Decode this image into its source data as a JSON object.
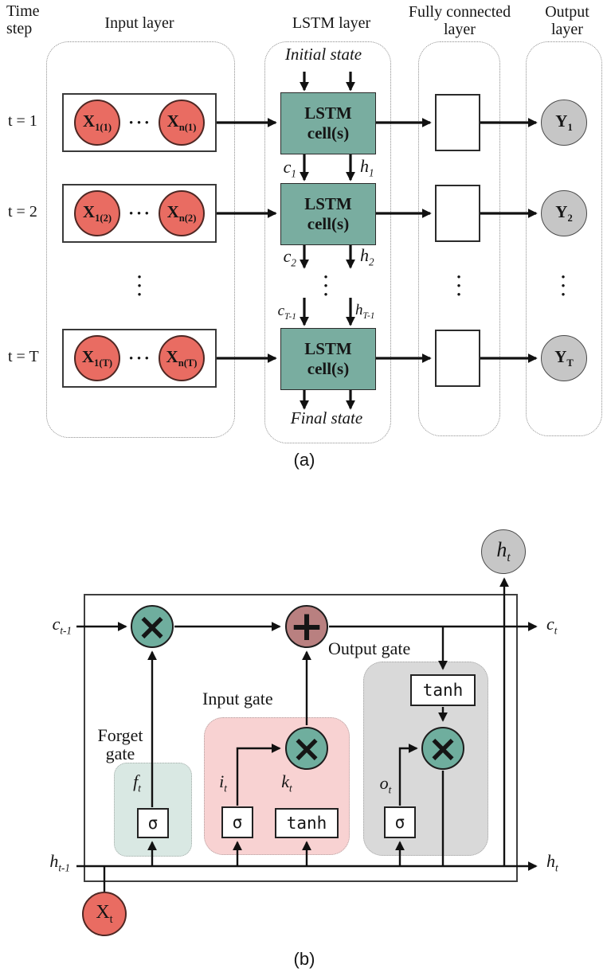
{
  "colors": {
    "teal_box": "#79ada0",
    "teal_circle": "#6fae9e",
    "red_node": "#e96c62",
    "add_circle": "#b98080",
    "gray_node": "#c6c6c6",
    "forget_gate_bg": "#d9e8e3",
    "input_gate_bg": "#f8d2d2",
    "output_gate_bg": "#d9d9d9"
  },
  "figure_a": {
    "headers": {
      "time_step": "Time\nstep",
      "input_layer": "Input layer",
      "lstm_layer": "LSTM layer",
      "fully_connected": "Fully connected\nlayer",
      "output_layer": "Output\nlayer"
    },
    "initial_state": "Initial state",
    "final_state": "Final state",
    "lstm_cell_label": "LSTM\ncell(s)",
    "h_dots": "• • •",
    "v_dots": "•\n•\n•",
    "caption": "(a)",
    "rows": [
      {
        "t_label": "t = 1",
        "x_first": {
          "main": "X",
          "sub": "1(1)"
        },
        "x_last": {
          "main": "X",
          "sub": "n(1)"
        },
        "y": {
          "main": "Y",
          "sub": "1"
        }
      },
      {
        "t_label": "t = 2",
        "x_first": {
          "main": "X",
          "sub": "1(2)"
        },
        "x_last": {
          "main": "X",
          "sub": "n(2)"
        },
        "y": {
          "main": "Y",
          "sub": "2"
        }
      },
      {
        "t_label": "t = T",
        "x_first": {
          "main": "X",
          "sub": "1(T)"
        },
        "x_last": {
          "main": "X",
          "sub": "n(T)"
        },
        "y": {
          "main": "Y",
          "sub": "T"
        }
      }
    ],
    "states": [
      {
        "c": {
          "main": "c",
          "sub": "1"
        },
        "h": {
          "main": "h",
          "sub": "1"
        }
      },
      {
        "c": {
          "main": "c",
          "sub": "2"
        },
        "h": {
          "main": "h",
          "sub": "2"
        }
      },
      {
        "c": {
          "main": "c",
          "sub": "T-1"
        },
        "h": {
          "main": "h",
          "sub": "T-1"
        }
      }
    ]
  },
  "figure_b": {
    "caption": "(b)",
    "gates": {
      "forget": "Forget\ngate",
      "input": "Input gate",
      "output": "Output gate"
    },
    "ops": {
      "sigma": "σ",
      "tanh": "tanh",
      "multiply": "×",
      "add": "+"
    },
    "signals": {
      "c_prev": {
        "main": "c",
        "sub": "t-1"
      },
      "c_next": {
        "main": "c",
        "sub": "t"
      },
      "h_prev": {
        "main": "h",
        "sub": "t-1"
      },
      "h_next": {
        "main": "h",
        "sub": "t"
      },
      "h_out": {
        "main": "h",
        "sub": "t"
      },
      "x_input": {
        "main": "X",
        "sub": "t"
      },
      "f": {
        "main": "f",
        "sub": "t"
      },
      "i": {
        "main": "i",
        "sub": "t"
      },
      "k": {
        "main": "k",
        "sub": "t"
      },
      "o": {
        "main": "o",
        "sub": "t"
      }
    }
  }
}
